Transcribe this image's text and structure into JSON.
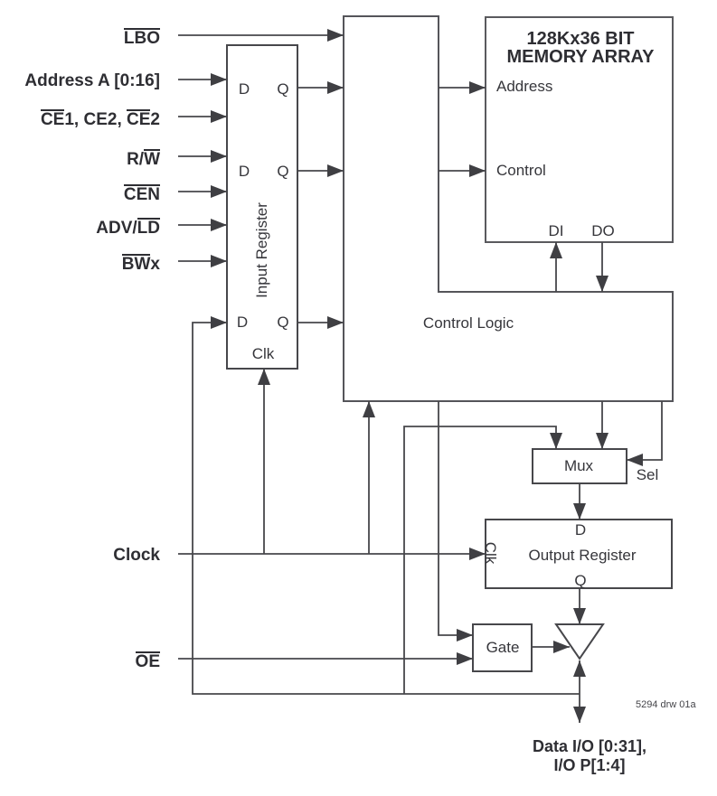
{
  "diagram": {
    "title": "128Kx36 BIT MEMORY ARRAY functional block diagram",
    "drawing_number": "5294 drw 01a",
    "colors": {
      "line": "#47474b",
      "text": "#36363b",
      "bold_text": "#2e2e33",
      "background": "#ffffff"
    },
    "signals": {
      "lbo": {
        "segments": [
          [
            "LBO",
            true
          ]
        ]
      },
      "address_bus": {
        "segments": [
          [
            "Address A [0:16]",
            false
          ]
        ]
      },
      "chip_enables": {
        "segments": [
          [
            "CE",
            true
          ],
          [
            "1, CE2, ",
            false
          ],
          [
            "CE",
            true
          ],
          [
            "2",
            false
          ]
        ]
      },
      "read_write": {
        "segments": [
          [
            "R/",
            false
          ],
          [
            "W",
            true
          ]
        ]
      },
      "cen": {
        "segments": [
          [
            "CEN",
            true
          ]
        ]
      },
      "adv_ld": {
        "segments": [
          [
            "ADV/",
            false
          ],
          [
            "LD",
            true
          ]
        ]
      },
      "byte_write": {
        "segments": [
          [
            "BW",
            true
          ],
          [
            "x",
            false
          ]
        ]
      },
      "clock": {
        "segments": [
          [
            "Clock",
            false
          ]
        ]
      },
      "oe": {
        "segments": [
          [
            "OE",
            true
          ]
        ]
      },
      "data_io_line1": "Data I/O [0:31],",
      "data_io_line2": "I/O P[1:4]"
    },
    "blocks": {
      "input_register": {
        "label": "Input Register",
        "d": "D",
        "q": "Q",
        "clk": "Clk"
      },
      "memory_array": {
        "title_line1": "128Kx36 BIT",
        "title_line2": "MEMORY ARRAY",
        "address_port": "Address",
        "control_port": "Control",
        "di": "DI",
        "do": "DO"
      },
      "control_logic": {
        "label": "Control Logic"
      },
      "mux": {
        "label": "Mux",
        "sel": "Sel"
      },
      "output_register": {
        "label": "Output Register",
        "d": "D",
        "q": "Q",
        "clk": "Clk"
      },
      "gate": {
        "label": "Gate"
      }
    }
  }
}
